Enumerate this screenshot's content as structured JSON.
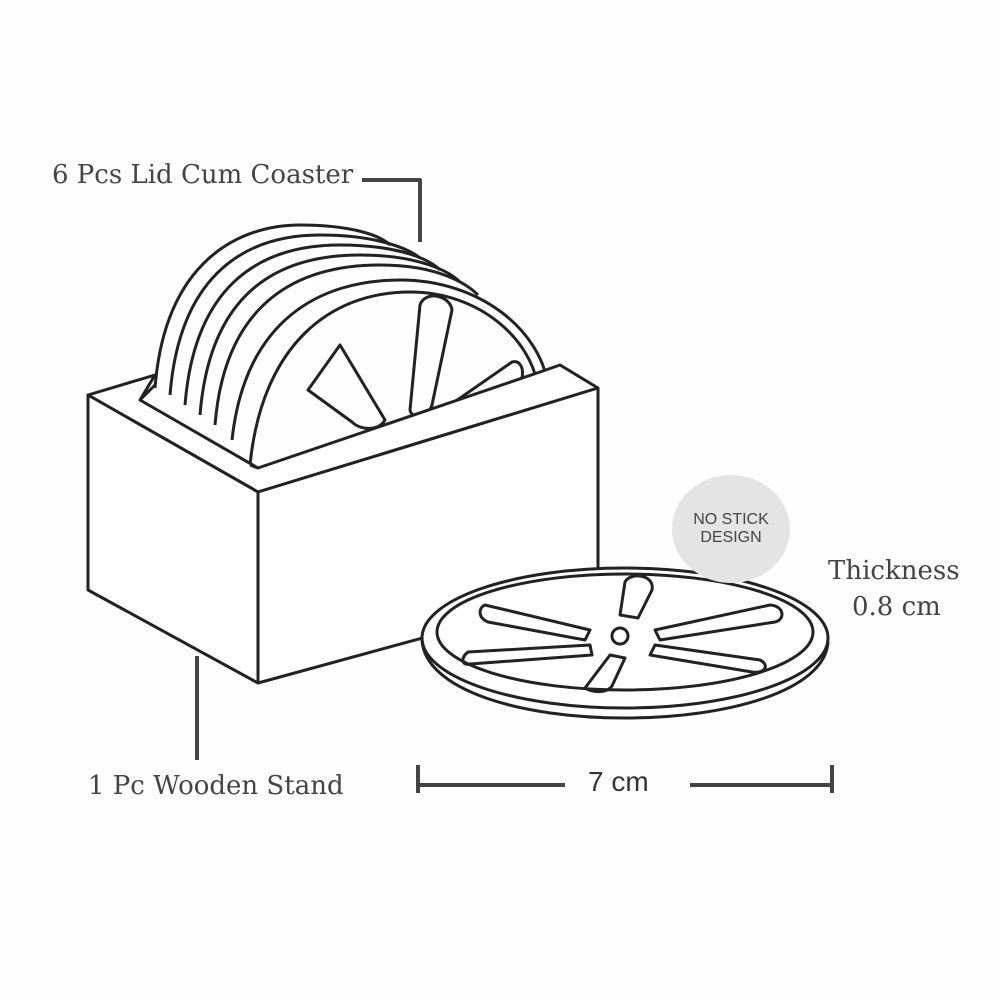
{
  "labels": {
    "coaster": "6 Pcs Lid Cum Coaster",
    "stand": "1 Pc Wooden Stand",
    "thickness_title": "Thickness",
    "thickness_value": "0.8 cm",
    "width": "7 cm"
  },
  "badge": {
    "line1": "NO STICK",
    "line2": "DESIGN"
  },
  "colors": {
    "line": "#222222",
    "leader": "#444444",
    "badge": "#e4e4e4"
  }
}
